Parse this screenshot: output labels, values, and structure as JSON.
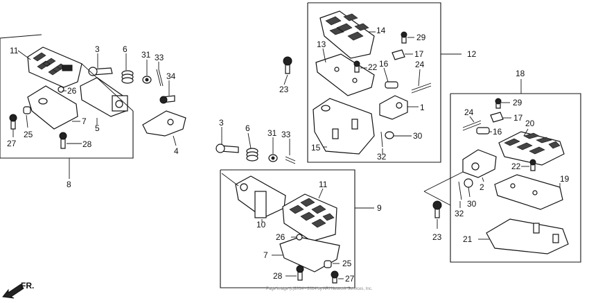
{
  "callouts": {
    "c1": "1",
    "c2": "2",
    "c3a": "3",
    "c3b": "3",
    "c4": "4",
    "c5": "5",
    "c6a": "6",
    "c6b": "6",
    "c7a": "7",
    "c7b": "7",
    "c8": "8",
    "c9": "9",
    "c10": "10",
    "c11a": "11",
    "c11b": "11",
    "c12": "12",
    "c13": "13",
    "c14": "14",
    "c15": "15",
    "c16a": "16",
    "c16b": "16",
    "c17a": "17",
    "c17b": "17",
    "c18": "18",
    "c19": "19",
    "c20": "20",
    "c21": "21",
    "c22a": "22",
    "c22b": "22",
    "c23a": "23",
    "c23b": "23",
    "c24a": "24",
    "c24b": "24",
    "c25a": "25",
    "c25b": "25",
    "c26a": "26",
    "c26b": "26",
    "c27a": "27",
    "c27b": "27",
    "c28a": "28",
    "c28b": "28",
    "c29a": "29",
    "c29b": "29",
    "c30a": "30",
    "c30b": "30",
    "c31a": "31",
    "c31b": "31",
    "c32a": "32",
    "c32b": "32",
    "c33a": "33",
    "c33b": "33",
    "c34": "34"
  },
  "direction_label": "FR.",
  "watermark": "Page image (c)2014 - 2014 by ARI Network Services, Inc."
}
